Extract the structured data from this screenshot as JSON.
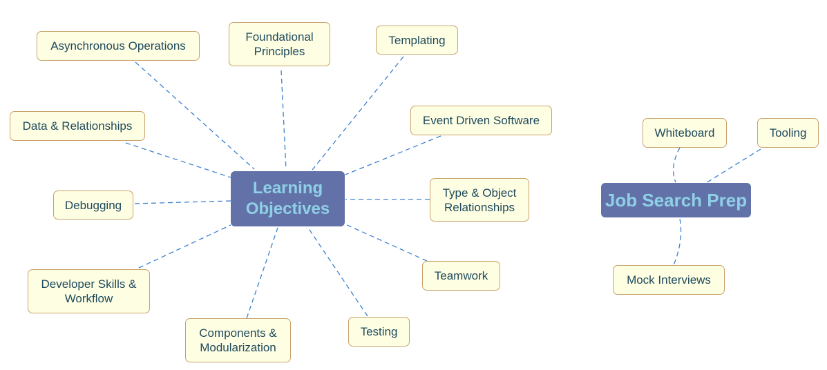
{
  "colors": {
    "link": "#3b7fcf",
    "hub_fill": "#6272a8",
    "hub_text": "#8fd0e6",
    "node_fill": "#fefee3",
    "node_border": "#c8a16a",
    "node_text": "#1f4a5c"
  },
  "hubs": {
    "learning": "Learning\nObjectives",
    "job": "Job Search Prep"
  },
  "learning_nodes": {
    "async": "Asynchronous Operations",
    "foundational": "Foundational\nPrinciples",
    "templating": "Templating",
    "event": "Event Driven Software",
    "type_object": "Type & Object\nRelationships",
    "teamwork": "Teamwork",
    "testing": "Testing",
    "components": "Components &\nModularization",
    "developer": "Developer Skills &\nWorkflow",
    "debugging": "Debugging",
    "data": "Data & Relationships"
  },
  "job_nodes": {
    "whiteboard": "Whiteboard",
    "tooling": "Tooling",
    "mock": "Mock Interviews"
  }
}
